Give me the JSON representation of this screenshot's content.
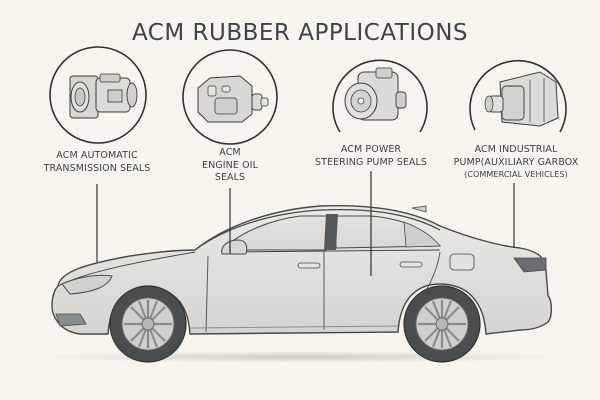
{
  "title": "ACM RUBBER APPLICATIONS",
  "colors": {
    "background": "#f8f5ef",
    "text": "#3f4447",
    "line": "#2e3235",
    "car_body": "#e3e1dc",
    "car_shade": "#cdcbc5",
    "tire": "#4a4d4e",
    "rim": "#cfd0cd"
  },
  "applications": [
    {
      "id": "transmission",
      "icon": "transmission-housing-icon",
      "lines": [
        "ACM AUTOMATIC",
        "TRANSMISSION SEALS"
      ]
    },
    {
      "id": "engine-oil",
      "icon": "engine-block-icon",
      "lines": [
        "ACM",
        "ENGINE OIL",
        "SEALS"
      ]
    },
    {
      "id": "power-steering",
      "icon": "steering-pump-icon",
      "lines": [
        "ACM POWER",
        "STEERING PUMP SEALS"
      ]
    },
    {
      "id": "industrial-pump",
      "icon": "industrial-pump-icon",
      "lines": [
        "ACM INDUSTRIAL",
        "PUMP(AUXILIARY GARBOX",
        "(COMMERCIAL VEHICLES)"
      ]
    }
  ],
  "illustration": "sedan-side-view"
}
